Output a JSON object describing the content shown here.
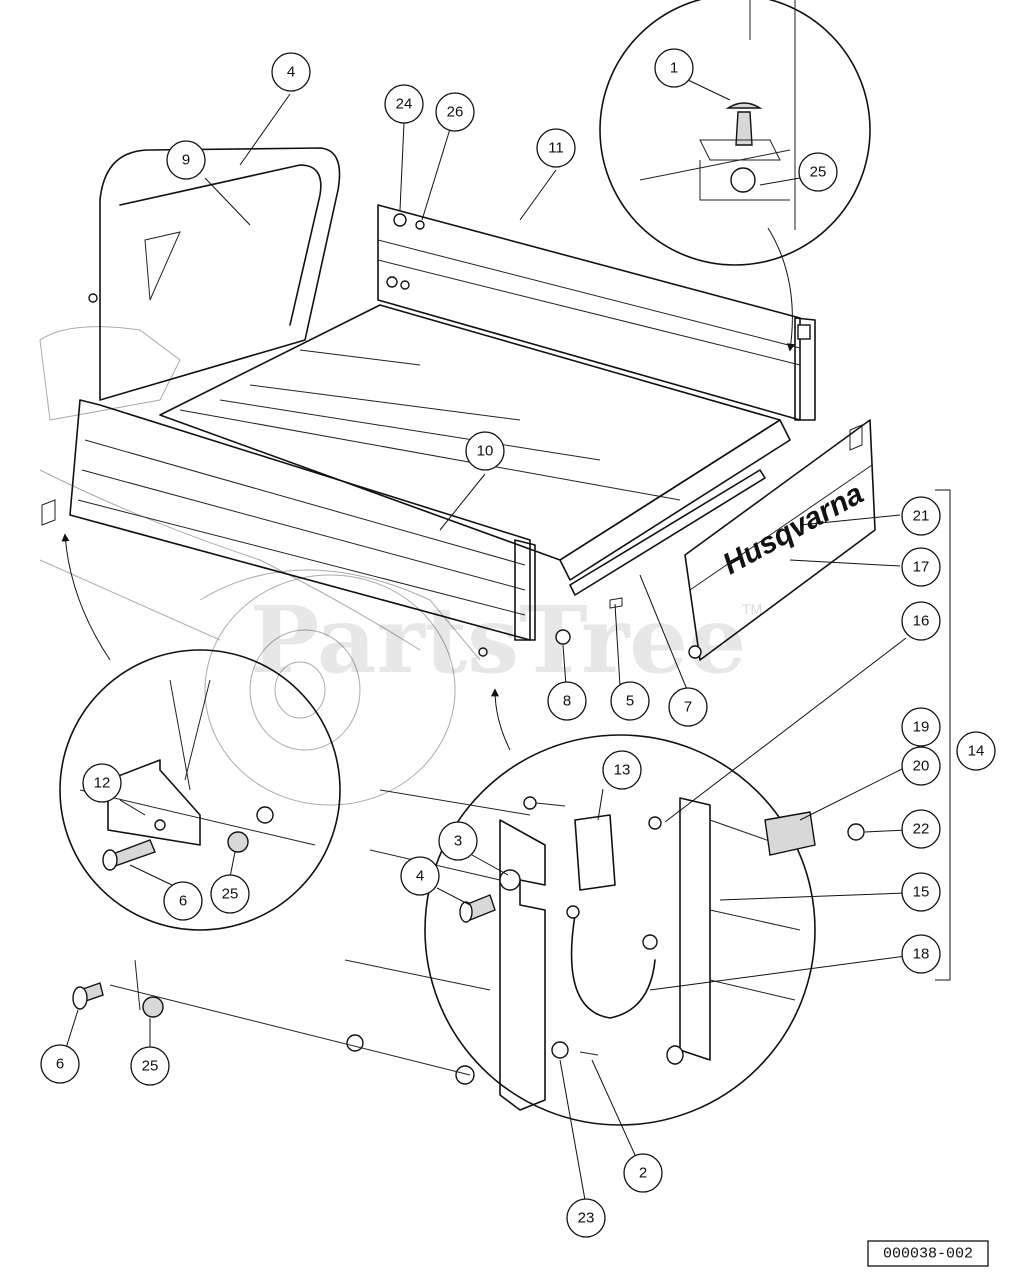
{
  "watermark": {
    "text": "PartsTree",
    "tm": "TM"
  },
  "brand_label": "Husqvarna",
  "figure_id": "000038-002",
  "callouts": [
    {
      "key": "c1",
      "label": "1"
    },
    {
      "key": "c25a",
      "label": "25"
    },
    {
      "key": "c4a",
      "label": "4"
    },
    {
      "key": "c24",
      "label": "24"
    },
    {
      "key": "c26",
      "label": "26"
    },
    {
      "key": "c11",
      "label": "11"
    },
    {
      "key": "c9",
      "label": "9"
    },
    {
      "key": "c10",
      "label": "10"
    },
    {
      "key": "c21",
      "label": "21"
    },
    {
      "key": "c17",
      "label": "17"
    },
    {
      "key": "c16",
      "label": "16"
    },
    {
      "key": "c8",
      "label": "8"
    },
    {
      "key": "c5",
      "label": "5"
    },
    {
      "key": "c7",
      "label": "7"
    },
    {
      "key": "c19",
      "label": "19"
    },
    {
      "key": "c14",
      "label": "14"
    },
    {
      "key": "c20",
      "label": "20"
    },
    {
      "key": "c22",
      "label": "22"
    },
    {
      "key": "c13",
      "label": "13"
    },
    {
      "key": "c12",
      "label": "12"
    },
    {
      "key": "c3",
      "label": "3"
    },
    {
      "key": "c4b",
      "label": "4"
    },
    {
      "key": "c15",
      "label": "15"
    },
    {
      "key": "c6a",
      "label": "6"
    },
    {
      "key": "c25b",
      "label": "25"
    },
    {
      "key": "c18",
      "label": "18"
    },
    {
      "key": "c6b",
      "label": "6"
    },
    {
      "key": "c25c",
      "label": "25"
    },
    {
      "key": "c2",
      "label": "2"
    },
    {
      "key": "c23",
      "label": "23"
    }
  ]
}
